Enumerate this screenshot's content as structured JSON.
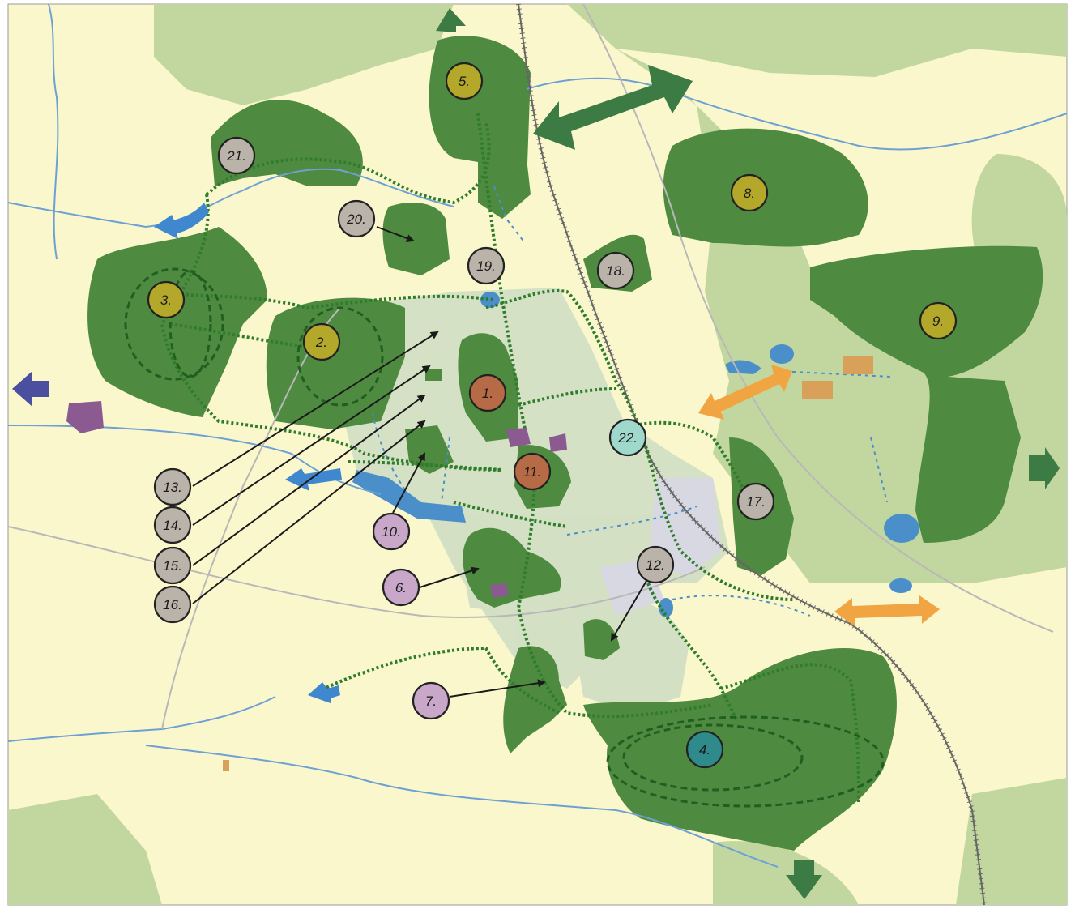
{
  "colors": {
    "farmland": "#fbf7cd",
    "open_green": "#c2d7a0",
    "forest": "#4e8a3f",
    "park_light": "#d2dfc4",
    "water": "#4a8fc9",
    "trail": "#2f7d2c",
    "label_gray": "#b9b3a9",
    "label_olive": "#b3a829",
    "label_rust": "#b66a45",
    "label_teal": "#2f8a8c",
    "label_lilac": "#c8a7c9",
    "label_aqua": "#9fd9cc",
    "arrow_green": "#3d7b44",
    "arrow_blue": "#3f87cf",
    "arrow_orange": "#f1a442",
    "arrow_navy": "#4a4fa0"
  },
  "markers": [
    {
      "id": "m1",
      "label": "1.",
      "kind": "rust"
    },
    {
      "id": "m2",
      "label": "2.",
      "kind": "olive"
    },
    {
      "id": "m3",
      "label": "3.",
      "kind": "olive"
    },
    {
      "id": "m4",
      "label": "4.",
      "kind": "teal"
    },
    {
      "id": "m5",
      "label": "5.",
      "kind": "olive"
    },
    {
      "id": "m6",
      "label": "6.",
      "kind": "lilac"
    },
    {
      "id": "m7",
      "label": "7.",
      "kind": "lilac"
    },
    {
      "id": "m8",
      "label": "8.",
      "kind": "olive"
    },
    {
      "id": "m9",
      "label": "9.",
      "kind": "olive"
    },
    {
      "id": "m10",
      "label": "10.",
      "kind": "lilac"
    },
    {
      "id": "m11",
      "label": "11.",
      "kind": "rust"
    },
    {
      "id": "m12",
      "label": "12.",
      "kind": "gray"
    },
    {
      "id": "m13",
      "label": "13.",
      "kind": "gray"
    },
    {
      "id": "m14",
      "label": "14.",
      "kind": "gray"
    },
    {
      "id": "m15",
      "label": "15.",
      "kind": "gray"
    },
    {
      "id": "m16",
      "label": "16.",
      "kind": "gray"
    },
    {
      "id": "m17",
      "label": "17.",
      "kind": "gray"
    },
    {
      "id": "m18",
      "label": "18.",
      "kind": "gray"
    },
    {
      "id": "m19",
      "label": "19.",
      "kind": "gray"
    },
    {
      "id": "m20",
      "label": "20.",
      "kind": "gray"
    },
    {
      "id": "m21",
      "label": "21.",
      "kind": "gray"
    },
    {
      "id": "m22",
      "label": "22.",
      "kind": "aqua"
    }
  ]
}
